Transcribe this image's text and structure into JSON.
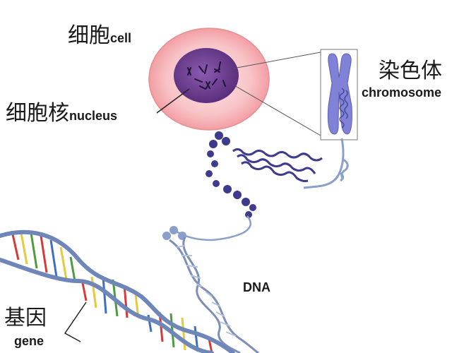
{
  "labels": {
    "cell_zh": "细胞",
    "cell_en": "cell",
    "nucleus_zh": "细胞核",
    "nucleus_en": "nucleus",
    "chromosome_zh": "染色体",
    "chromosome_en": "chromosome",
    "dna": "DNA",
    "gene_zh": "基因",
    "gene_en": "gene"
  },
  "colors": {
    "cell_outer": "#f4a9ad",
    "cell_inner": "#fde8e8",
    "nucleus": "#6b3f8f",
    "chromosome": "#7f82d6",
    "chromatin": "#3e3a8c",
    "dna_backbone": "#8aa0c8",
    "gene_red": "#d43a3a",
    "gene_yellow": "#e7c93a",
    "gene_green": "#4f9a3e",
    "gene_blue": "#3e6fc2"
  }
}
